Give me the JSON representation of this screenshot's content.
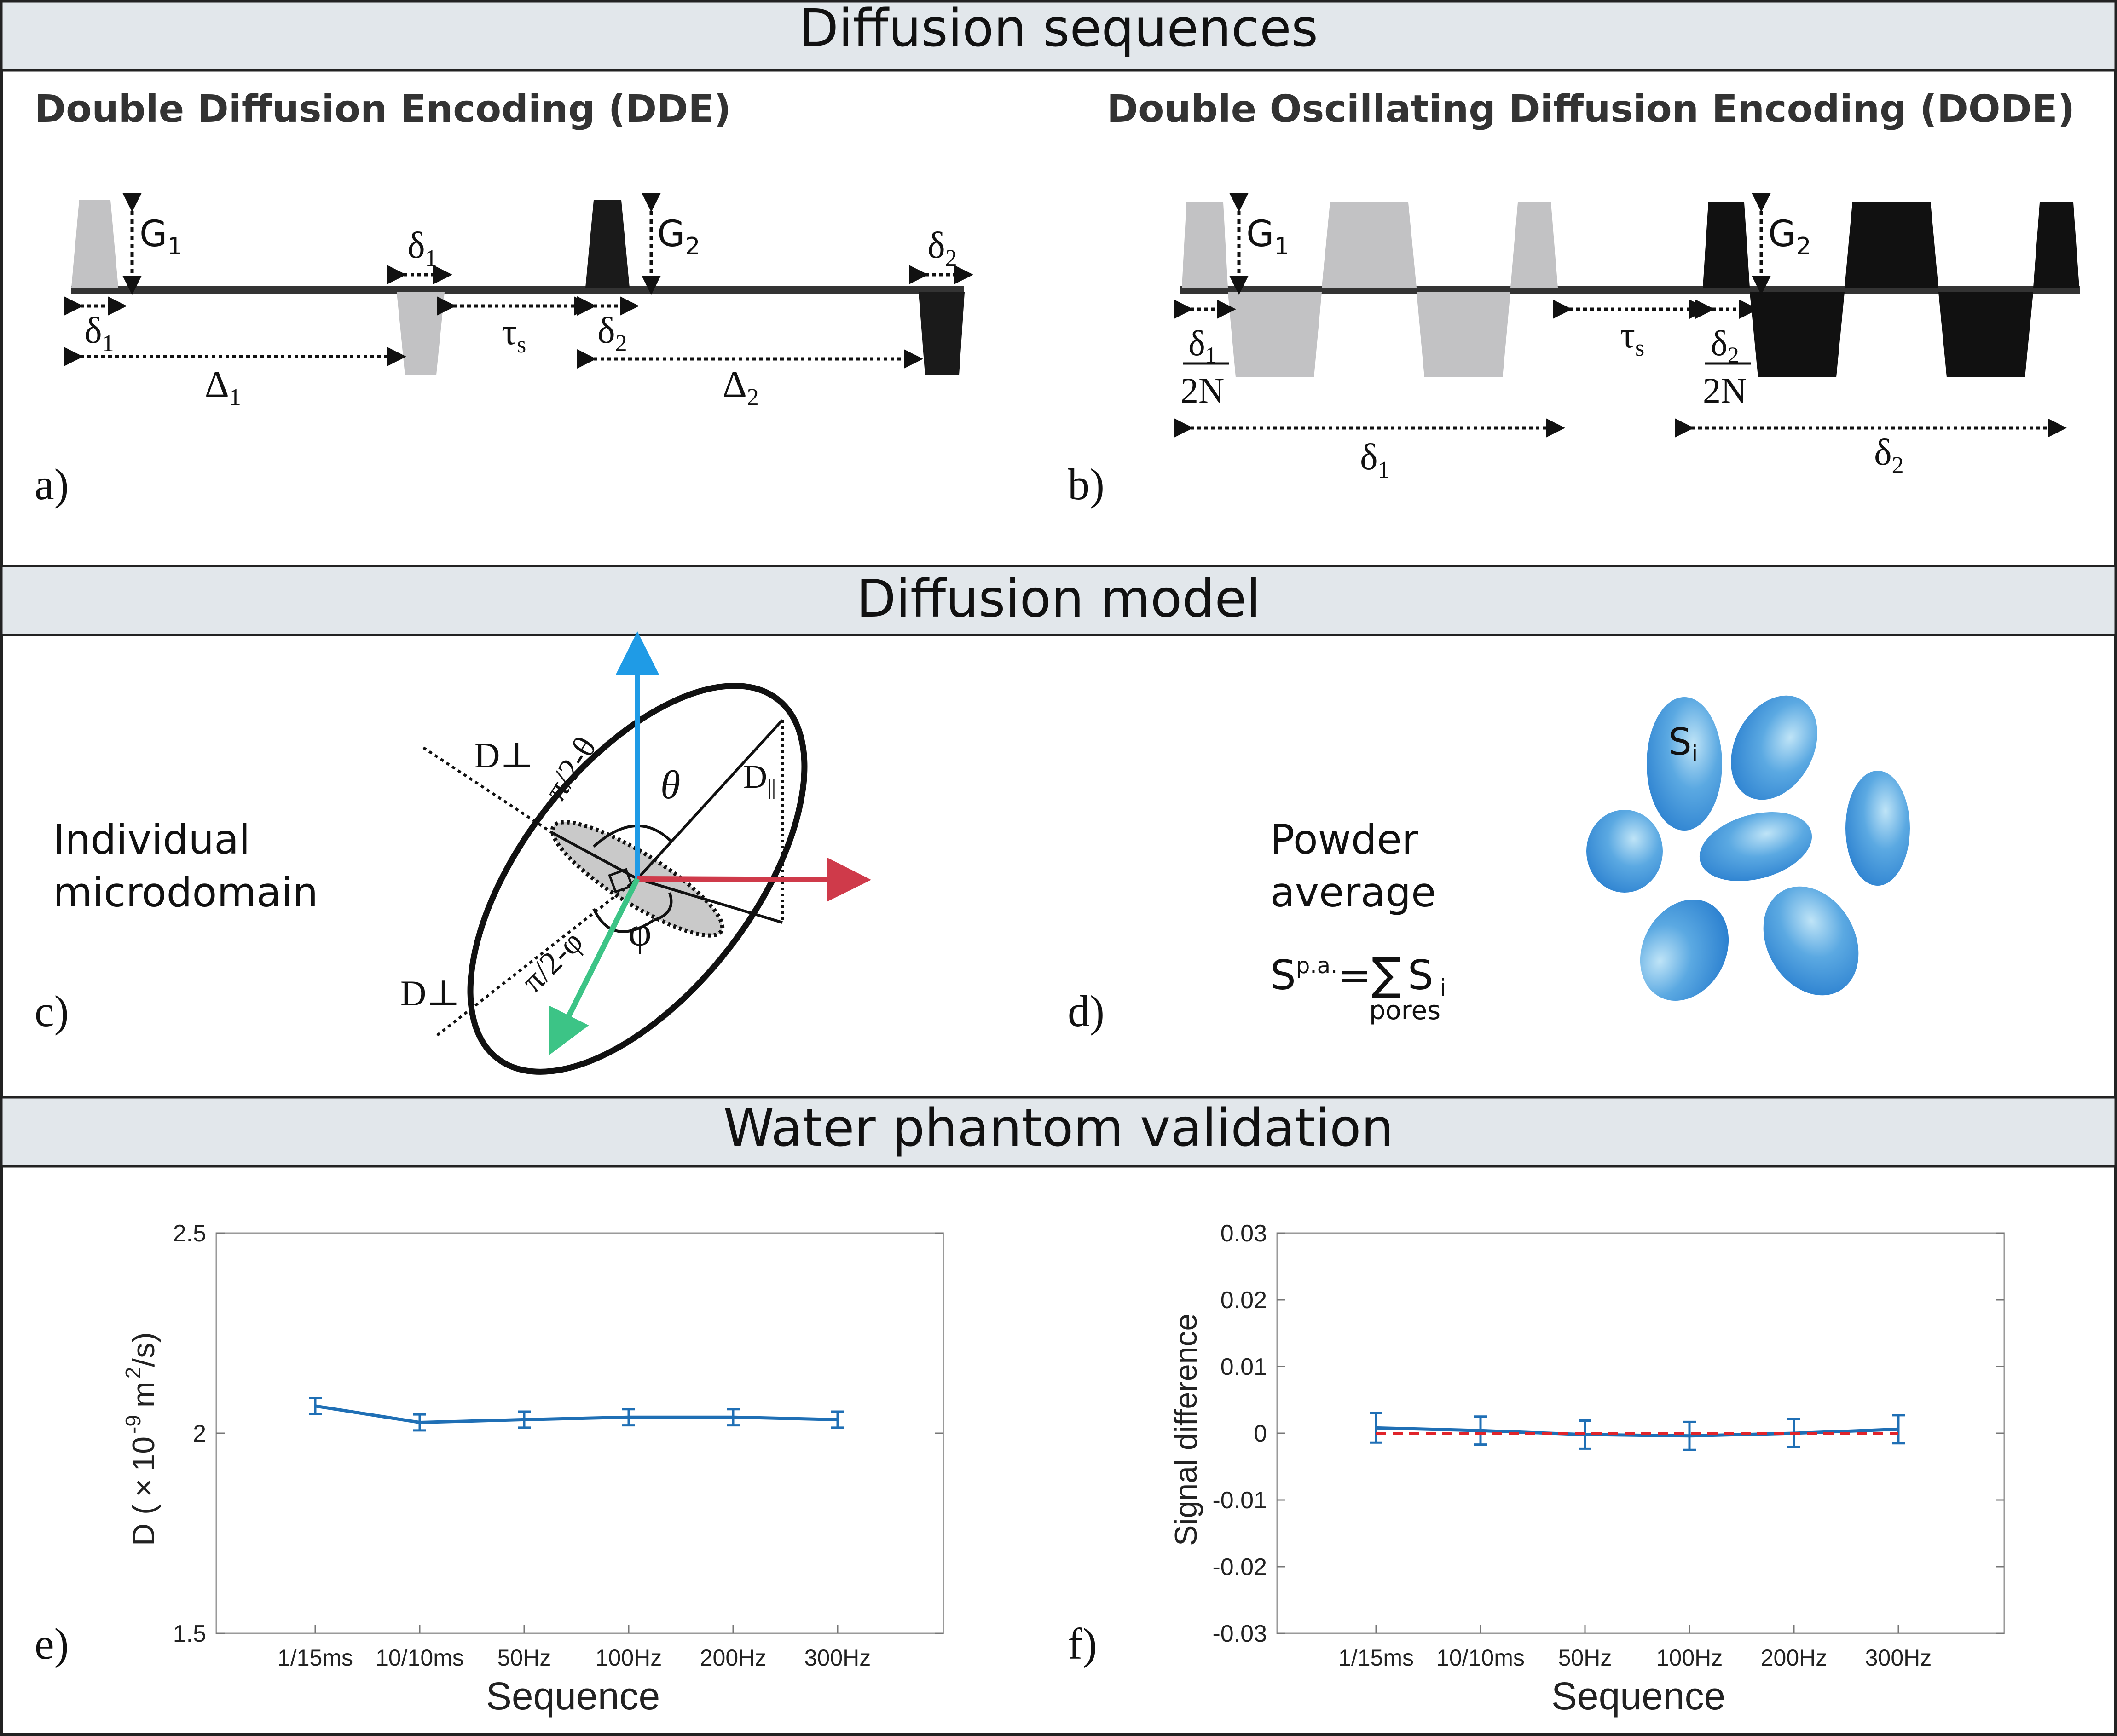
{
  "sections": {
    "sequences": "Diffusion sequences",
    "model": "Diffusion model",
    "validation": "Water phantom validation"
  },
  "panel_a": {
    "title": "Double Diffusion Encoding (DDE)",
    "letter": "a)",
    "labels": {
      "g1": "G",
      "g1_sub": "1",
      "g2": "G",
      "g2_sub": "2",
      "delta": "δ",
      "sub1": "1",
      "sub2": "2",
      "Delta": "Δ",
      "tau": "τ",
      "tau_sub": "s"
    }
  },
  "panel_b": {
    "title": "Double Oscillating Diffusion Encoding (DODE)",
    "letter": "b)",
    "labels": {
      "g1": "G",
      "g1_sub": "1",
      "g2": "G",
      "g2_sub": "2",
      "delta": "δ",
      "sub1": "1",
      "sub2": "2",
      "twoN": "2N",
      "tau": "τ",
      "tau_sub": "s"
    }
  },
  "panel_c": {
    "letter": "c)",
    "caption_line1": "Individual",
    "caption_line2": "microdomain",
    "d_perp": "D⊥",
    "d_par": "D",
    "d_par_sub": "||",
    "theta": "θ",
    "phi": "φ",
    "pi_theta": "π/2-θ",
    "pi_phi": "π/2-φ",
    "colors": {
      "blue_arrow": "#1f9be6",
      "red_arrow": "#cf3a4a",
      "green_arrow": "#3cc486"
    }
  },
  "panel_d": {
    "letter": "d)",
    "caption_line1": "Powder",
    "caption_line2": "average",
    "s_i": "S",
    "s_i_sub": "i",
    "formula_lhs": "S",
    "formula_sup": "p.a.",
    "formula_eq": "=",
    "formula_sum": "∑",
    "formula_under": "pores",
    "formula_rhs": "S",
    "formula_rhs_sub": "i",
    "pore_color": "#2e86d4"
  },
  "chart_data": [
    {
      "type": "line",
      "panel": "e)",
      "categories": [
        "1/15ms",
        "10/10ms",
        "50Hz",
        "100Hz",
        "200Hz",
        "300Hz"
      ],
      "series": [
        {
          "values": [
            2.068,
            2.027,
            2.034,
            2.04,
            2.04,
            2.034
          ],
          "error": [
            0.02,
            0.02,
            0.02,
            0.02,
            0.02,
            0.02
          ]
        }
      ],
      "ylim": [
        1.5,
        2.5
      ],
      "yticks": [
        "1.5",
        "2",
        "2.5"
      ],
      "xlabel": "Sequence",
      "ylabel_parts": {
        "a": "D (",
        "b": "×",
        "c": "10",
        "d": "-9",
        "e": "m",
        "f": "2",
        "g": "/s)"
      },
      "line_color": "#1f6fb5"
    },
    {
      "type": "line",
      "panel": "f)",
      "categories": [
        "1/15ms",
        "10/10ms",
        "50Hz",
        "100Hz",
        "200Hz",
        "300Hz"
      ],
      "series": [
        {
          "values": [
            0.0008,
            0.0004,
            -0.0002,
            -0.0004,
            0.0,
            0.0006
          ],
          "error": [
            0.0022,
            0.0021,
            0.0021,
            0.0021,
            0.0021,
            0.0021
          ]
        },
        {
          "values": [
            0,
            0,
            0,
            0,
            0,
            0
          ],
          "style": "dashed"
        }
      ],
      "ylim": [
        -0.03,
        0.03
      ],
      "yticks": [
        "-0.03",
        "-0.02",
        "-0.01",
        "0",
        "0.01",
        "0.02",
        "0.03"
      ],
      "xlabel": "Sequence",
      "ylabel": "Signal difference",
      "line_color": "#1f6fb5",
      "ref_color": "#e0242a"
    }
  ]
}
